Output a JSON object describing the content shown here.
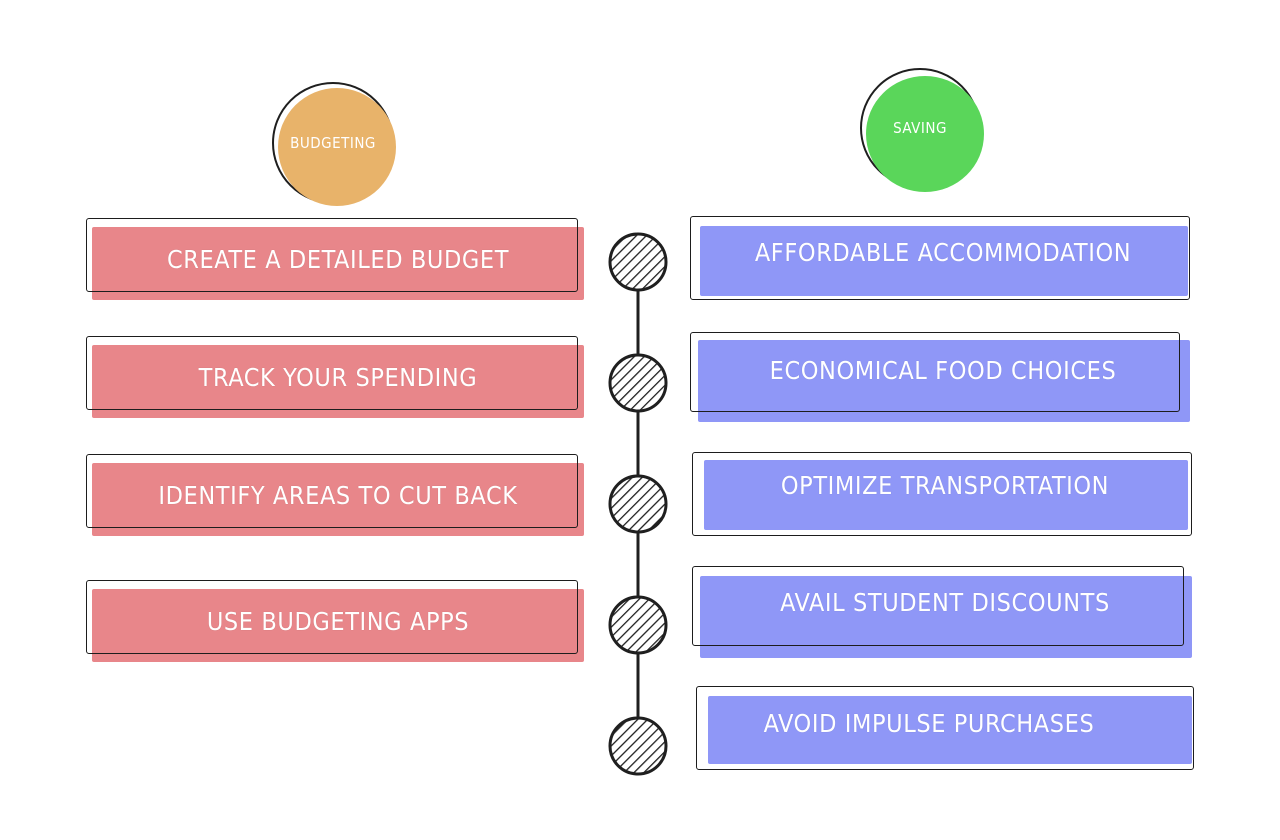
{
  "headers": {
    "budgeting": {
      "label": "BUDGETING",
      "color": "#e8b36a"
    },
    "saving": {
      "label": "SAVING",
      "color": "#5ad65a"
    }
  },
  "budgeting_items": [
    "CREATE A DETAILED BUDGET",
    "TRACK YOUR SPENDING",
    "IDENTIFY AREAS TO CUT BACK",
    "USE BUDGETING APPS"
  ],
  "saving_items": [
    "AFFORDABLE ACCOMMODATION",
    "ECONOMICAL FOOD CHOICES",
    "OPTIMIZE TRANSPORTATION",
    "AVAIL STUDENT DISCOUNTS",
    "AVOID IMPULSE PURCHASES"
  ],
  "colors": {
    "budgeting_card": "#e8868a",
    "saving_card": "#8f97f7",
    "outline": "#1d1d1d"
  }
}
